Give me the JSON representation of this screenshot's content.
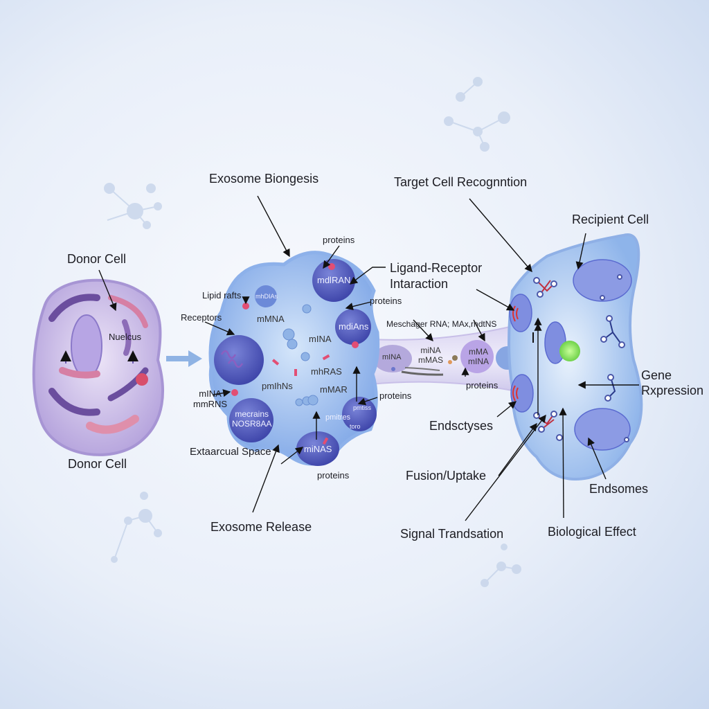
{
  "titles": {
    "biogenesis": "Exosome Biongesis",
    "recognition": "Target Cell Recognntion",
    "recipient": "Recipient Cell",
    "donor_top": "Donor Cell",
    "donor_bottom": "Donor Cell",
    "ligand": "Ligand-Receptor\nIntaraction",
    "gene": "Gene\nRxpression",
    "endocytosis": "Endsctyses",
    "fusion": "Fusion/Uptake",
    "signal": "Signal Trandsation",
    "bio_effect": "Biological Effect",
    "endosomes": "Endsomes",
    "release": "Exosome Release",
    "extracellular": "Extaarcual Space"
  },
  "donor": {
    "nucleus": "Nuelcus"
  },
  "exosome": {
    "proteins_top": "proteins",
    "lipid_rafts": "Lipid rafts",
    "receptors": "Receptors",
    "proteins_right": "proteins",
    "mirna_left": "mINA\nmmRNS",
    "proteins_lower": "proteins",
    "proteins_bottom": "proteins",
    "inner": [
      "mdlRAN",
      "mhDIAs",
      "mMNA",
      "mdiAns",
      "mINA",
      "mhRAS",
      "pmIhNs",
      "mMAR",
      "mecrains\nNOSR8AA",
      "pmitres",
      "pmtiss",
      "toro",
      "miNAS"
    ]
  },
  "transfer": {
    "messenger": "Meschager RNA; MAx,rndtNS",
    "vesicle1": "mINA",
    "cargo": "miNA\nmMAS",
    "vesicle2": "mMA\nmINA",
    "proteins": "proteins"
  }
}
